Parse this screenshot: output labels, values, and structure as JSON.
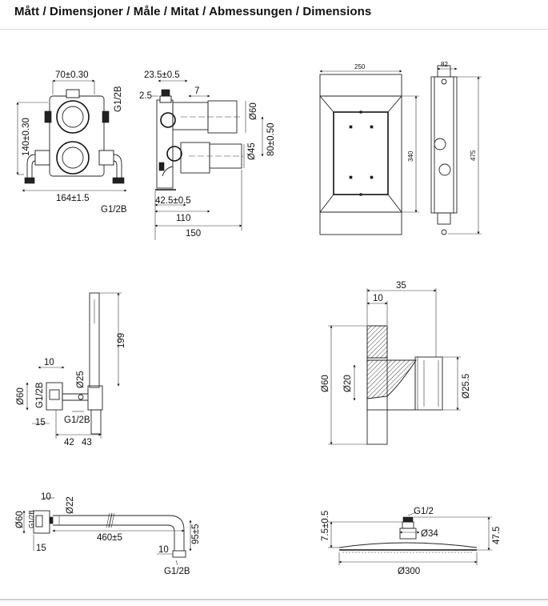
{
  "title": "Mått / Dimensjoner / Måle / Mitat / Abmessungen / Dimensions",
  "valve_front": {
    "dim_width_top": "70±0.30",
    "dim_height": "140±0.30",
    "dim_width_bottom": "164±1.5",
    "thread_top": "G1/2B",
    "thread_bottom": "G1/2B"
  },
  "valve_side": {
    "dim_top": "23.5±0.5",
    "dim_2_5": "2.5",
    "dim_7": "7",
    "dia_60": "Ø60",
    "dia_45": "Ø45",
    "dim_80": "80±0.50",
    "dim_42_5": "42.5±0.5",
    "dim_110": "110",
    "dim_150": "150"
  },
  "cover_plate": {
    "dim_width": "250",
    "dim_height": "340"
  },
  "cover_side": {
    "dim_depth": "82",
    "dim_height": "475"
  },
  "hand_shower": {
    "dim_199": "199",
    "dim_10": "10",
    "dia_25": "Ø25",
    "dia_60": "Ø60",
    "thread_inner": "G1/2B",
    "dim_15": "15",
    "thread_outer": "G1/2B",
    "dim_42": "42",
    "dim_43": "43"
  },
  "wall_outlet": {
    "dim_35": "35",
    "dim_10": "10",
    "dia_60": "Ø60",
    "dia_20": "Ø20",
    "dia_25_5": "Ø25.5"
  },
  "shower_arm": {
    "dim_10_top": "10",
    "dia_22": "Ø22",
    "dia_60": "Ø60",
    "thread_flange": "G1/2B",
    "dim_460": "460±5",
    "dim_95": "95±5",
    "dim_15": "15",
    "dim_10_bottom": "10",
    "thread_end": "G1/2B"
  },
  "overhead_shower": {
    "thread": "G1/2",
    "dim_7_5": "7.5±0.5",
    "dia_34": "Ø34",
    "dim_47_5": "47.5",
    "dia_300": "Ø300"
  }
}
